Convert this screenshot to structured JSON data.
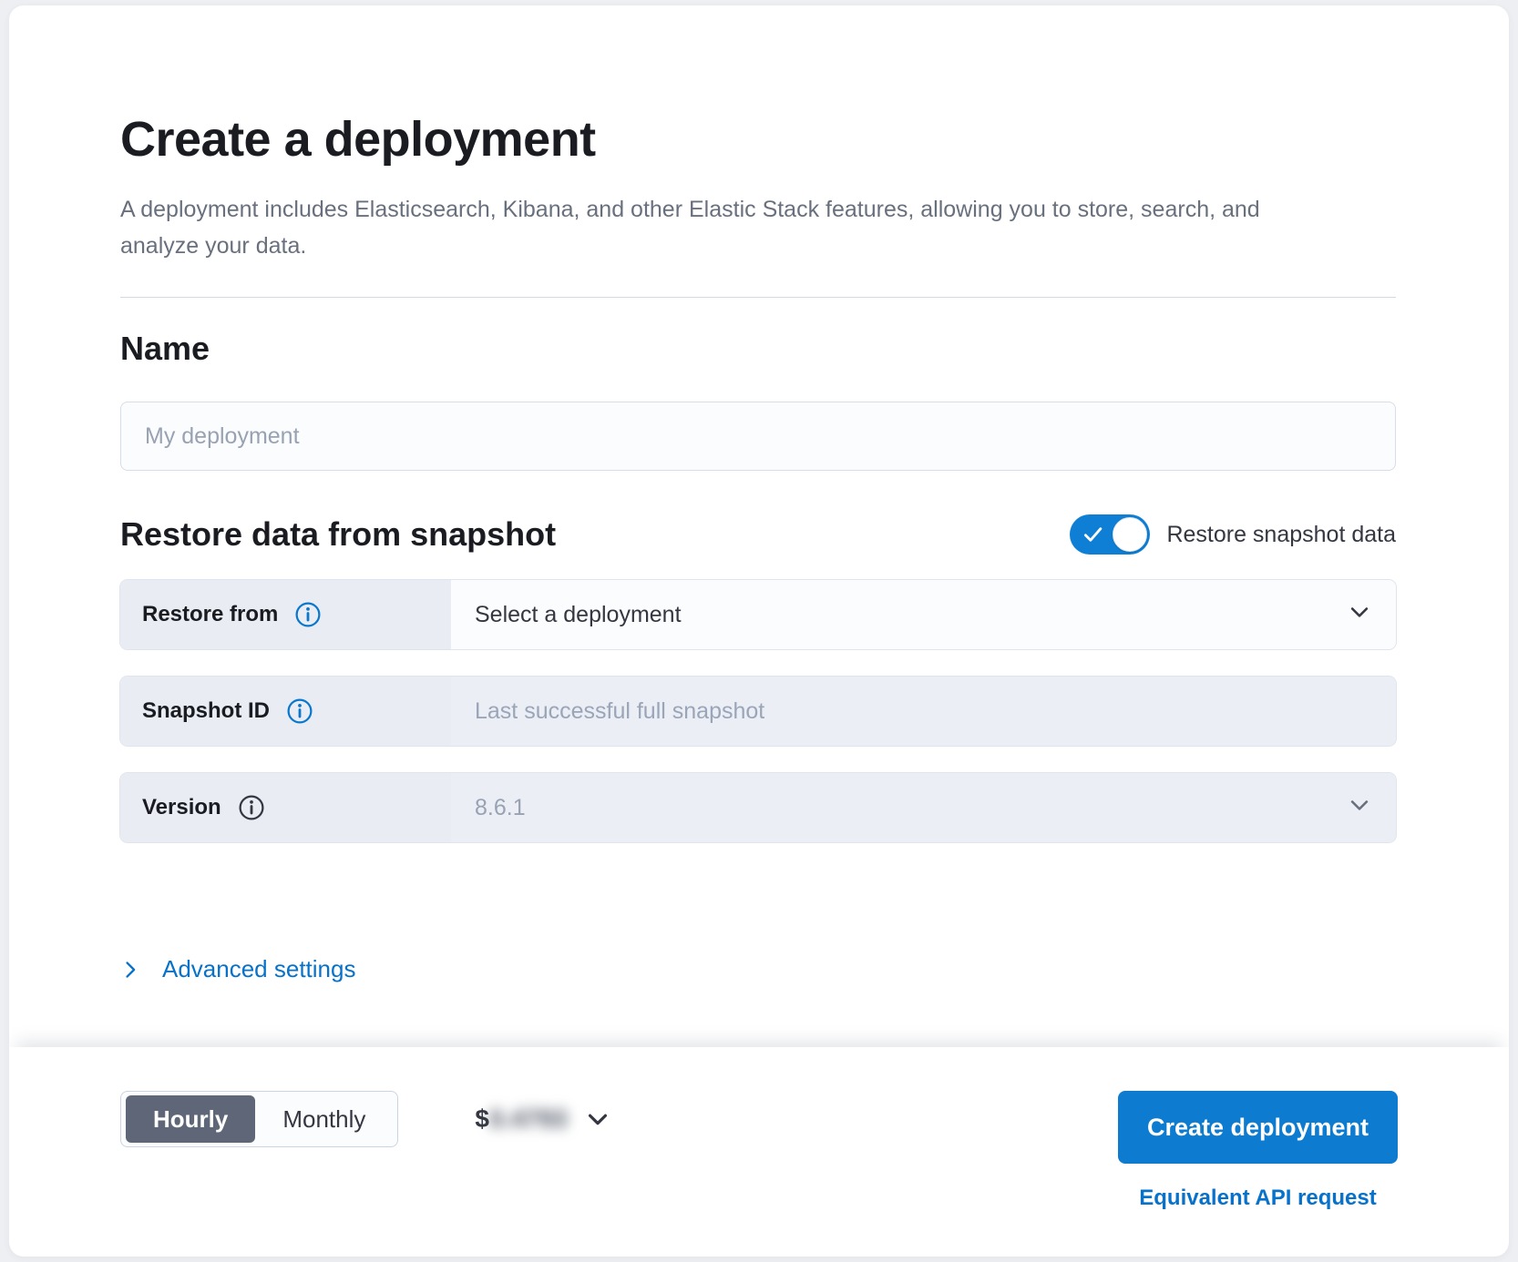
{
  "header": {
    "title": "Create a deployment",
    "subtitle": "A deployment includes Elasticsearch, Kibana, and other Elastic Stack features, allowing you to store, search, and analyze your data."
  },
  "name_section": {
    "heading": "Name",
    "input_placeholder": "My deployment"
  },
  "restore_section": {
    "heading": "Restore data from snapshot",
    "toggle": {
      "label": "Restore snapshot data",
      "state": "on"
    },
    "rows": [
      {
        "label": "Restore from",
        "value": "Select a deployment",
        "control": "select",
        "info_icon_color": "blue"
      },
      {
        "label": "Snapshot ID",
        "placeholder": "Last successful full snapshot",
        "control": "text",
        "info_icon_color": "blue"
      },
      {
        "label": "Version",
        "value": "8.6.1",
        "control": "select-disabled",
        "info_icon_color": "dark"
      }
    ]
  },
  "advanced_settings": {
    "label": "Advanced settings"
  },
  "footer": {
    "billing_toggle": {
      "options": [
        "Hourly",
        "Monthly"
      ],
      "selected": "Hourly"
    },
    "price": {
      "currency": "$",
      "value": "0.4793",
      "blurred": true
    },
    "create_button": "Create deployment",
    "api_link": "Equivalent API request"
  },
  "icons": {
    "info": "circled-i",
    "chevron_down": "chevron-down",
    "chevron_right": "chevron-right",
    "check": "checkmark"
  },
  "colors": {
    "toggle_on": "#0e7fd4",
    "primary_button": "#0c7bd0",
    "link": "#0872ca",
    "row_label_bg": "#e9edf3",
    "disabled_field_bg": "#ebeef5",
    "heading_text": "#1a1c21",
    "subdued_text": "#69707d",
    "placeholder_text": "#98a2b3",
    "segment_selected_bg": "#5e6677",
    "page_bg": "#edeff3"
  }
}
